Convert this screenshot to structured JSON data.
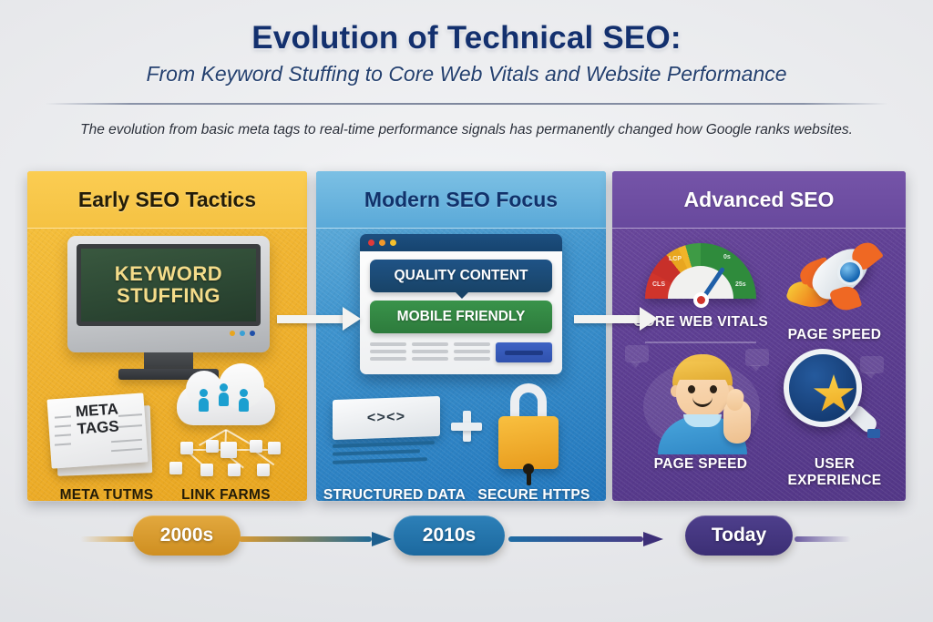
{
  "header": {
    "title": "Evolution of Technical SEO:",
    "subtitle": "From Keyword Stuffing to Core Web Vitals and Website Performance",
    "lede": "The evolution from basic meta tags to real-time performance signals has permanently changed how Google ranks websites.",
    "title_color": "#13306e",
    "subtitle_color": "#24406f"
  },
  "panels": [
    {
      "id": "early",
      "heading": "Early SEO Tactics",
      "accent": "#f0b330",
      "heading_color": "#231c08",
      "screen": {
        "line1": "KEYWORD",
        "line2": "STUFFING",
        "text_color": "#f4dc8a",
        "bg_color": "#2c4733"
      },
      "monitor_dots": [
        "#e8a51f",
        "#3aa0d4",
        "#1f4fa8"
      ],
      "paper_line1": "META",
      "paper_line2": "TAGS",
      "captions": [
        "META TUTMS",
        "LINK FARMS"
      ]
    },
    {
      "id": "modern",
      "heading": "Modern SEO Focus",
      "accent": "#2277bd",
      "heading_color": "#11326b",
      "browser_dots": [
        "#e03a3a",
        "#f0982a",
        "#f5c02c"
      ],
      "pill_primary": "QUALITY CONTENT",
      "pill_secondary": "MOBILE FRIENDLY",
      "code_glyph": "<><>",
      "plus_glyph": "+",
      "captions": [
        "STRUCTURED DATA",
        "SECURE HTTPS"
      ]
    },
    {
      "id": "advanced",
      "heading": "Advanced SEO",
      "accent": "#5e3f93",
      "heading_color": "#ffffff",
      "gauge_ticks": [
        "CLS",
        "LCP",
        "0s",
        "25s"
      ],
      "captions": [
        "CORE WEB VITALS",
        "PAGE SPEED",
        "PAGE SPEED",
        "USER EXPERIENCE"
      ]
    }
  ],
  "timeline": {
    "milestones": [
      {
        "label": "2000s",
        "color": "#cf8f21"
      },
      {
        "label": "2010s",
        "color": "#1c699f"
      },
      {
        "label": "Today",
        "color": "#3c2f75"
      }
    ]
  }
}
